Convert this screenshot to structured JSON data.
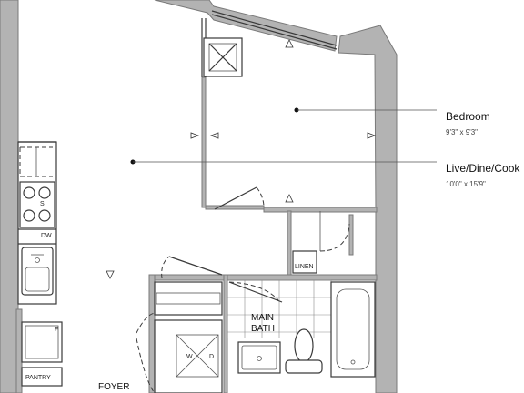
{
  "rooms": {
    "bedroom": {
      "name": "Bedroom",
      "dimensions": "9'3\" x 9'3\""
    },
    "living": {
      "name": "Live/Dine/Cook",
      "dimensions": "10'0\" x 15'9\""
    },
    "main_bath": {
      "line1": "MAIN",
      "line2": "BATH"
    },
    "linen": "LINEN",
    "pantry": "PANTRY",
    "foyer": "FOYER",
    "dishwasher": "DW",
    "fridge": "F",
    "stove": "S",
    "washer": "W",
    "dryer": "D"
  },
  "colors": {
    "wall": "#b3b3b3",
    "line": "#3a3a3a",
    "background": "#ffffff"
  }
}
